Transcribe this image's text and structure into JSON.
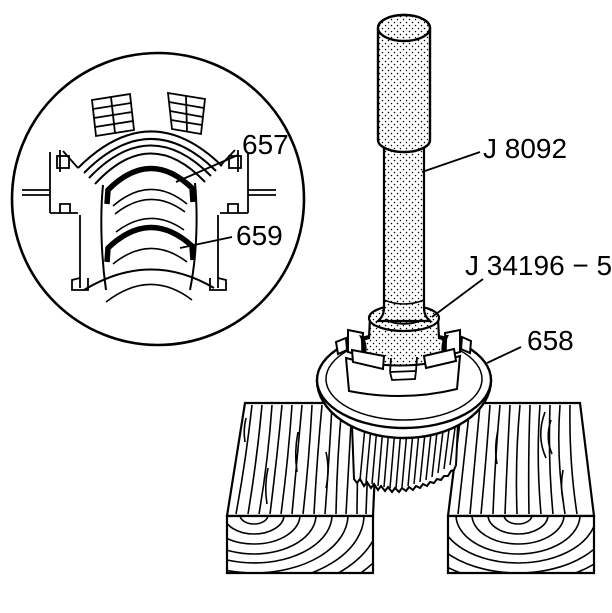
{
  "colors": {
    "line": "#000000",
    "background": "#ffffff"
  },
  "labels": {
    "inner_race": "657",
    "outer_race": "659",
    "driver_handle": "J 8092",
    "installer": "J 34196 − 5",
    "gear": "658"
  }
}
